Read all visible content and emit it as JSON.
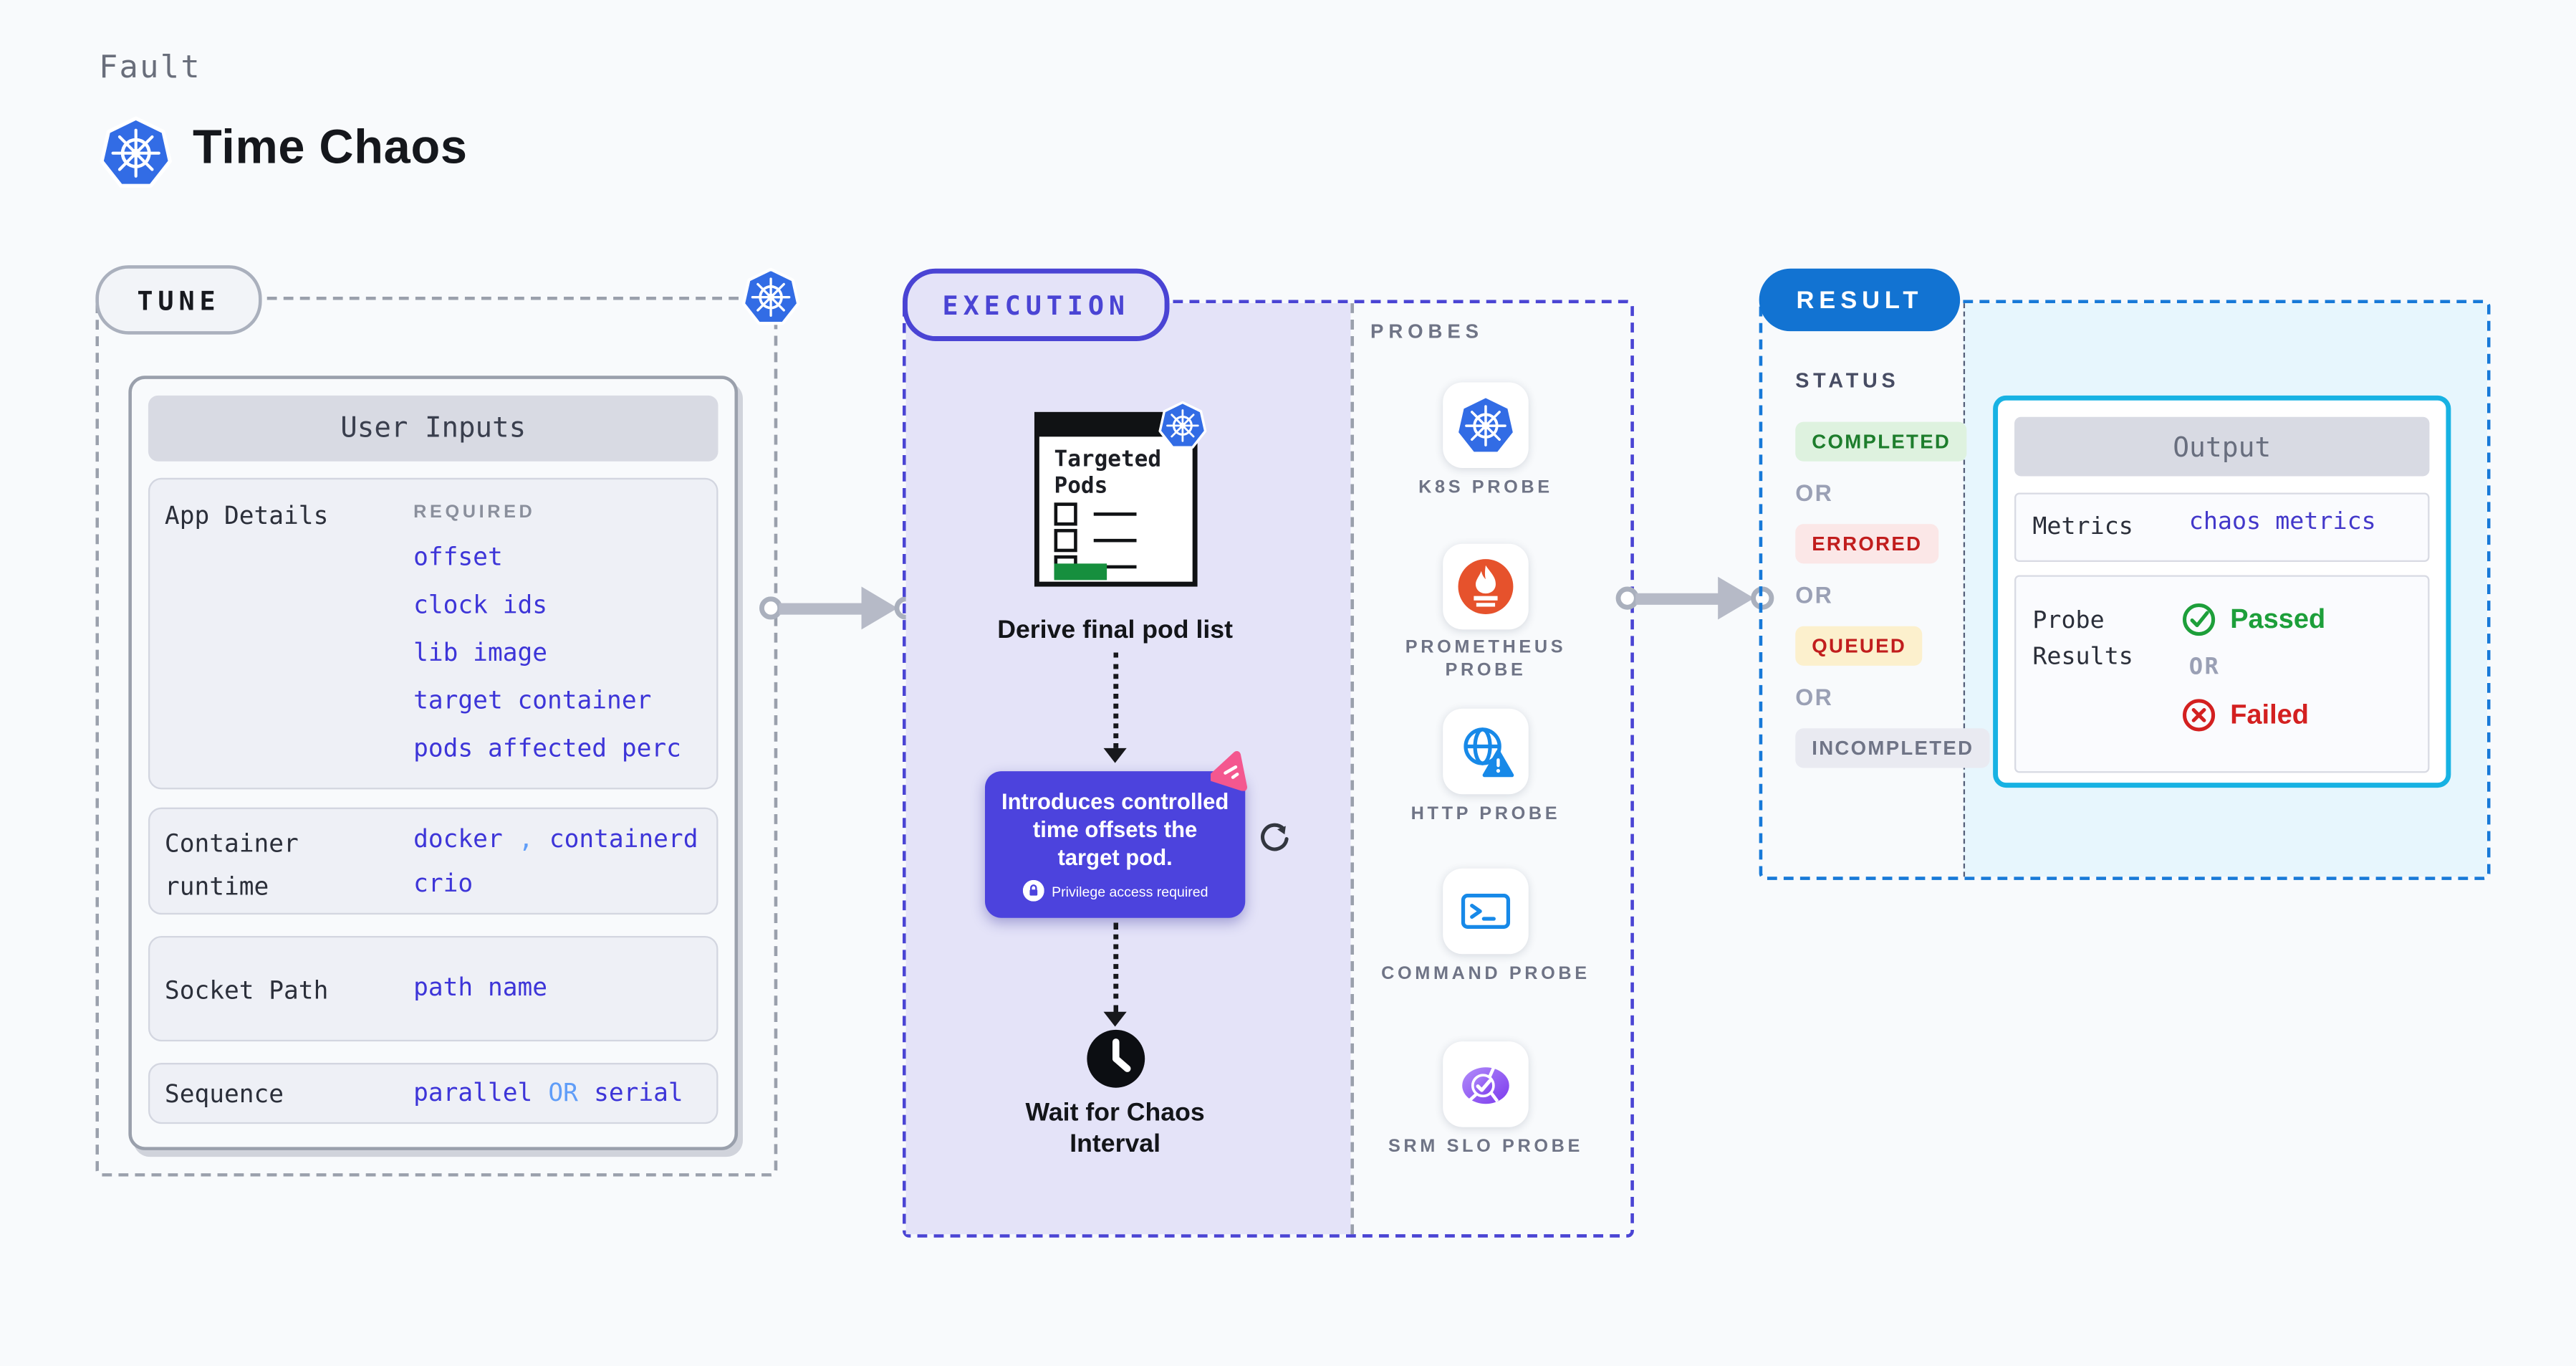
{
  "header": {
    "kicker": "Fault",
    "title": "Time Chaos",
    "icon": "kubernetes-icon"
  },
  "colors": {
    "background": "#F8FAFC",
    "indigo": "#4A44D4",
    "value_indigo": "#3D35D8",
    "value_light_blue": "#5F9DF8",
    "execution_fill": "#E4E3F8",
    "result_blue": "#1273D2",
    "result_border": "#1779D8",
    "output_border": "#17B2E3",
    "output_fill": "#E7F6FD",
    "success_text": "#1D7D2C",
    "success_bg": "#DEF2DF",
    "error_text": "#C11D1D",
    "error_bg": "#FBE7E7",
    "warning_bg": "#FCF0CD",
    "neutral_text": "#6F7486",
    "neutral_bg": "#E9EAF1",
    "passed_green": "#1D9F3A",
    "failed_red": "#D32020",
    "k8s_blue": "#326CE5",
    "prometheus_orange": "#E6522C",
    "probe_icon_blue": "#1789E8",
    "srm_purple": "#7C3AED",
    "chaos_pink": "#F4578F",
    "green_bar": "#168F3E",
    "arrow_gray": "#B6BAC7"
  },
  "tune": {
    "label": "TUNE",
    "corner_icon": "kubernetes-icon",
    "panel_title": "User Inputs",
    "app_details": {
      "label": "App Details",
      "tag": "REQUIRED",
      "items": [
        "offset",
        "clock ids",
        "lib image",
        "target container",
        "pods affected perc"
      ]
    },
    "container_runtime": {
      "label": "Container runtime",
      "v1": "docker",
      "sep": ",",
      "v2": "containerd",
      "v3": "crio"
    },
    "socket_path": {
      "label": "Socket Path",
      "value": "path name"
    },
    "sequence": {
      "label": "Sequence",
      "v1": "parallel",
      "or": "OR",
      "v2": "serial"
    }
  },
  "execution": {
    "label": "EXECUTION",
    "targeted_pods_title": "Targeted Pods",
    "targeted_pods_icon": "kubernetes-icon",
    "step1_caption": "Derive final pod list",
    "callout": {
      "text": "Introduces controlled time offsets the target pod.",
      "note": "Privilege access required",
      "note_icon": "lock-icon",
      "corner_icon": "chaos-pink-icon",
      "side_icon": "refresh-icon"
    },
    "step2_icon": "clock-icon",
    "step2_caption": "Wait for Chaos Interval"
  },
  "probes": {
    "label": "PROBES",
    "items": [
      {
        "name": "K8S PROBE",
        "icon": "kubernetes-icon"
      },
      {
        "name": "PROMETHEUS PROBE",
        "icon": "prometheus-icon"
      },
      {
        "name": "HTTP PROBE",
        "icon": "http-globe-warning-icon"
      },
      {
        "name": "COMMAND PROBE",
        "icon": "terminal-icon"
      },
      {
        "name": "SRM SLO PROBE",
        "icon": "slo-gauge-icon"
      }
    ]
  },
  "result": {
    "label": "RESULT",
    "status_label": "STATUS",
    "or_label": "OR",
    "statuses": [
      {
        "text": "COMPLETED",
        "type": "success"
      },
      {
        "text": "ERRORED",
        "type": "error"
      },
      {
        "text": "QUEUED",
        "type": "warning"
      },
      {
        "text": "INCOMPLETED",
        "type": "neutral"
      }
    ],
    "output": {
      "title": "Output",
      "metrics_label": "Metrics",
      "metrics_value": "chaos metrics",
      "probe_results_label": "Probe Results",
      "passed": "Passed",
      "or": "OR",
      "failed": "Failed",
      "passed_icon": "check-circle-icon",
      "failed_icon": "x-circle-icon"
    }
  }
}
